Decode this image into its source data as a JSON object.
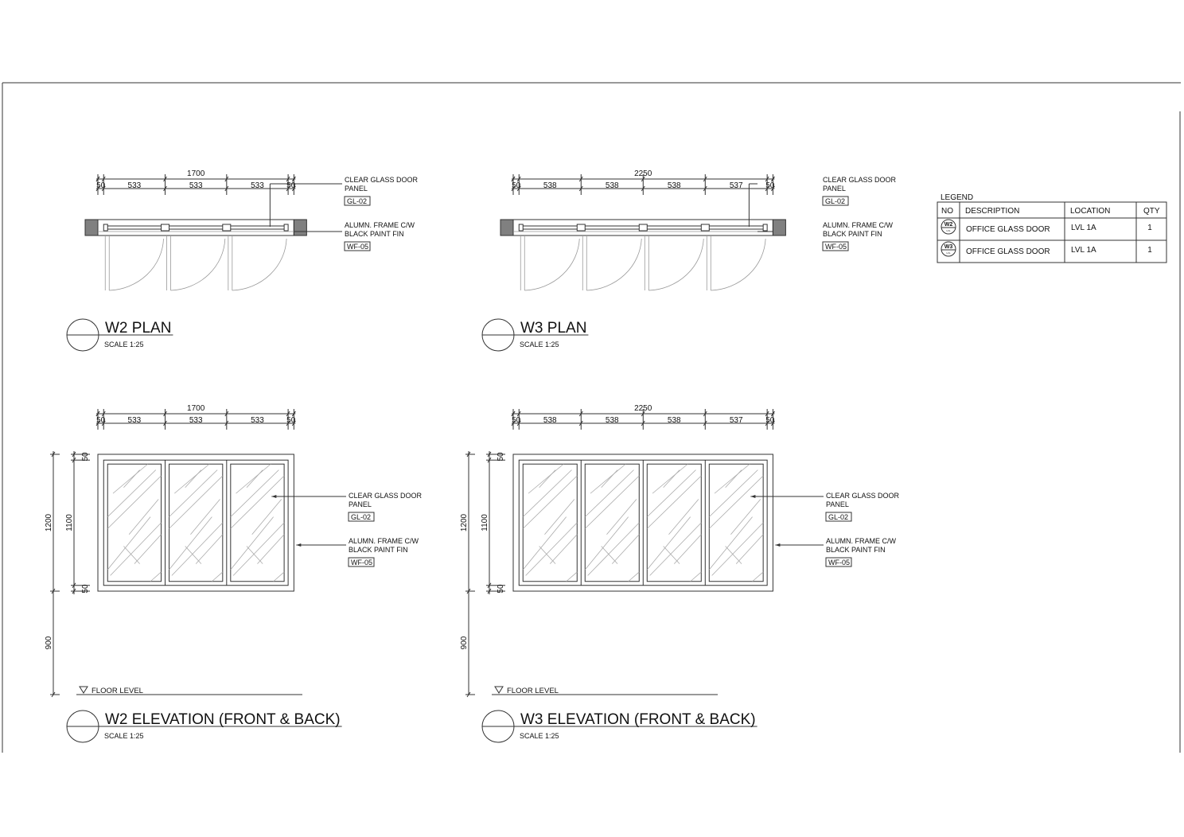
{
  "legend": {
    "title": "LEGEND",
    "headers": [
      "NO",
      "DESCRIPTION",
      "LOCATION",
      "QTY"
    ],
    "rows": [
      {
        "tag": "W2",
        "sub": "LVL",
        "description": "OFFICE GLASS DOOR",
        "location": "LVL 1A",
        "qty": "1"
      },
      {
        "tag": "W3",
        "sub": "LVL",
        "description": "OFFICE GLASS DOOR",
        "location": "LVL 1A",
        "qty": "1"
      }
    ]
  },
  "windows": [
    {
      "id": "W2",
      "total_width": "1700",
      "widths": [
        "50",
        "533",
        "533",
        "533",
        "50"
      ],
      "plan_title": "W2 PLAN",
      "elevation_title": "W2 ELEVATION (FRONT & BACK)",
      "scale": "SCALE 1:25",
      "heights": {
        "total": "1200",
        "top": "50",
        "glass": "1100",
        "bottom": "50",
        "sill": "900"
      },
      "floor_level": "FLOOR LEVEL"
    },
    {
      "id": "W3",
      "total_width": "2250",
      "widths": [
        "50",
        "538",
        "538",
        "538",
        "537",
        "50"
      ],
      "plan_title": "W3 PLAN",
      "elevation_title": "W3 ELEVATION (FRONT & BACK)",
      "scale": "SCALE 1:25",
      "heights": {
        "total": "1200",
        "top": "50",
        "glass": "1100",
        "bottom": "50",
        "sill": "900"
      },
      "floor_level": "FLOOR LEVEL"
    }
  ],
  "notes": {
    "glass_line1": "CLEAR GLASS DOOR",
    "glass_line2": "PANEL",
    "glass_code": "GL-02",
    "frame_line1": "ALUMN. FRAME C/W",
    "frame_line2": "BLACK PAINT FIN",
    "frame_code": "WF-05"
  },
  "colors": {
    "line": "#333333",
    "wall": "#808080",
    "hatch": "#aaaaaa"
  }
}
